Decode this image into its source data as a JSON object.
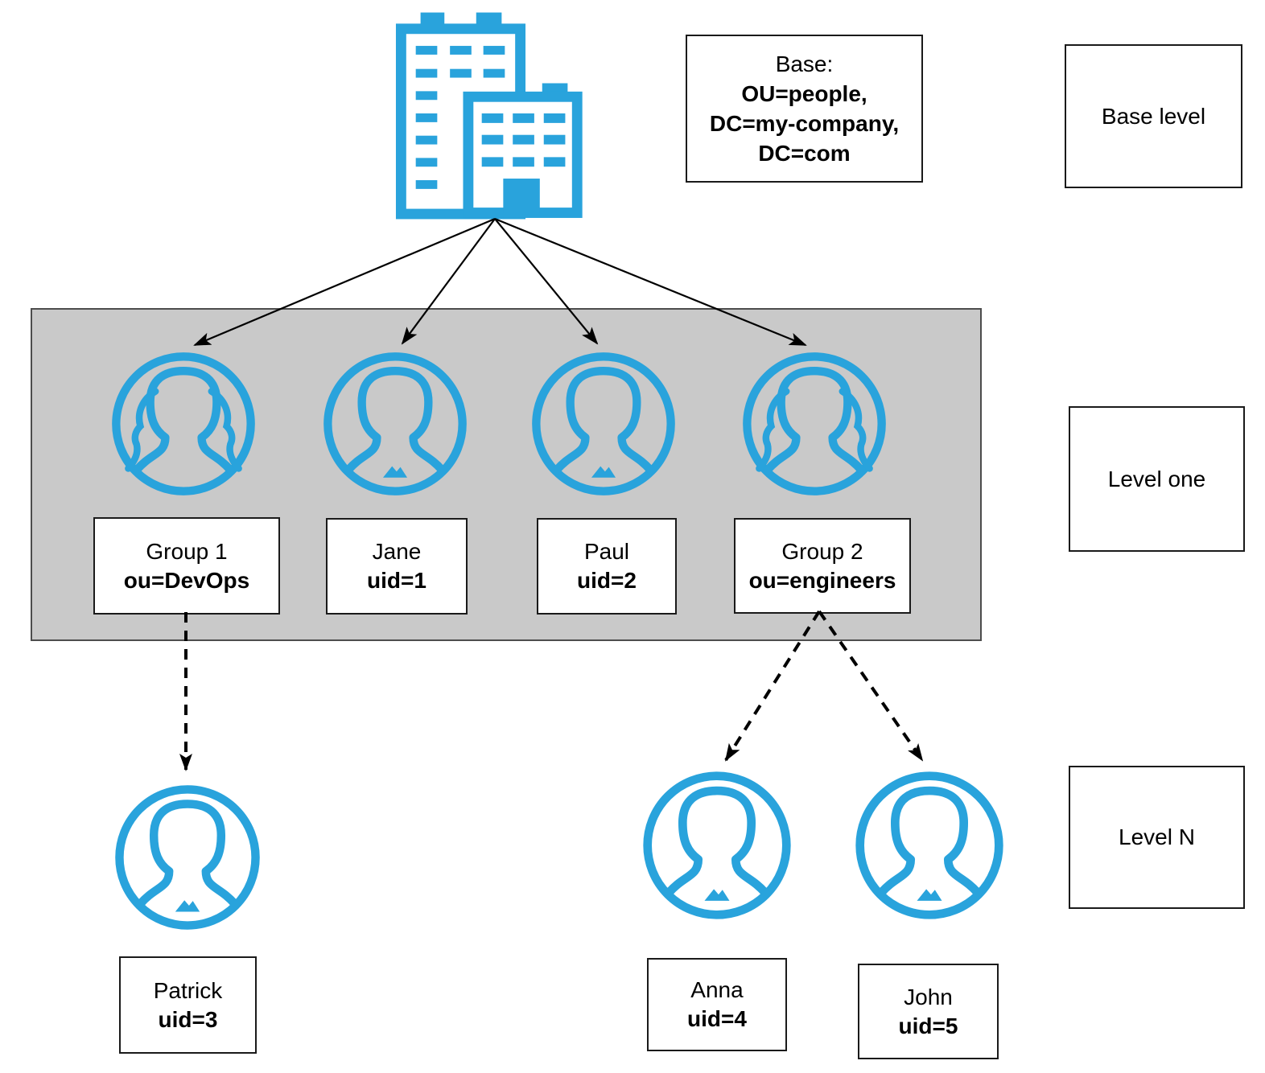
{
  "diagram": {
    "base_box": {
      "title": "Base:",
      "dn_line1": "OU=people,",
      "dn_line2": "DC=my-company,",
      "dn_line3": "DC=com"
    },
    "level_labels": {
      "base": "Base level",
      "one": "Level one",
      "n": "Level N"
    },
    "nodes": {
      "group1": {
        "name": "Group 1",
        "attr": "ou=DevOps",
        "icon": "group-icon"
      },
      "jane": {
        "name": "Jane",
        "attr": "uid=1",
        "icon": "person-icon"
      },
      "paul": {
        "name": "Paul",
        "attr": "uid=2",
        "icon": "person-icon"
      },
      "group2": {
        "name": "Group 2",
        "attr": "ou=engineers",
        "icon": "group-icon"
      },
      "patrick": {
        "name": "Patrick",
        "attr": "uid=3",
        "icon": "person-icon"
      },
      "anna": {
        "name": "Anna",
        "attr": "uid=4",
        "icon": "person-icon"
      },
      "john": {
        "name": "John",
        "attr": "uid=5",
        "icon": "person-icon"
      }
    },
    "root_icon": "building-icon",
    "colors": {
      "accent_blue": "#29a3dc",
      "band_fill": "#c9c9c9",
      "band_border": "#4d4d4d",
      "box_border": "#1a1a1a",
      "arrow": "#000000"
    }
  }
}
